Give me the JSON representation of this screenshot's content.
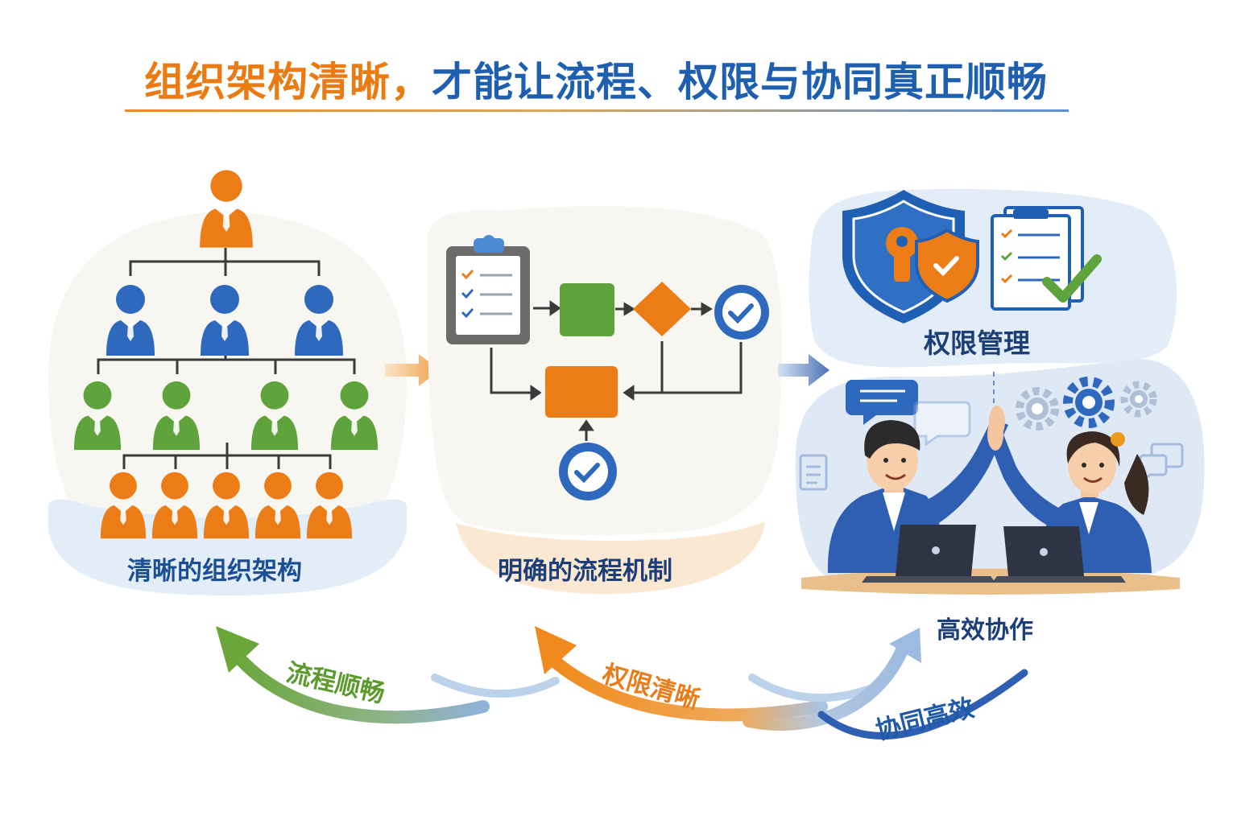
{
  "title": {
    "part1": "组织架构清晰，",
    "part2": "才能让流程、权限与协同真正顺畅"
  },
  "labels": {
    "org": "清晰的组织架构",
    "process": "明确的流程机制",
    "permission": "权限管理",
    "cooperation": "高效协作"
  },
  "arrows": {
    "green": "流程顺畅",
    "orange": "权限清晰",
    "blue": "协同高效"
  },
  "colors": {
    "orange": "#ea7a12",
    "blue": "#2f69bd",
    "green": "#5aa02c",
    "navy": "#1b3f76"
  }
}
